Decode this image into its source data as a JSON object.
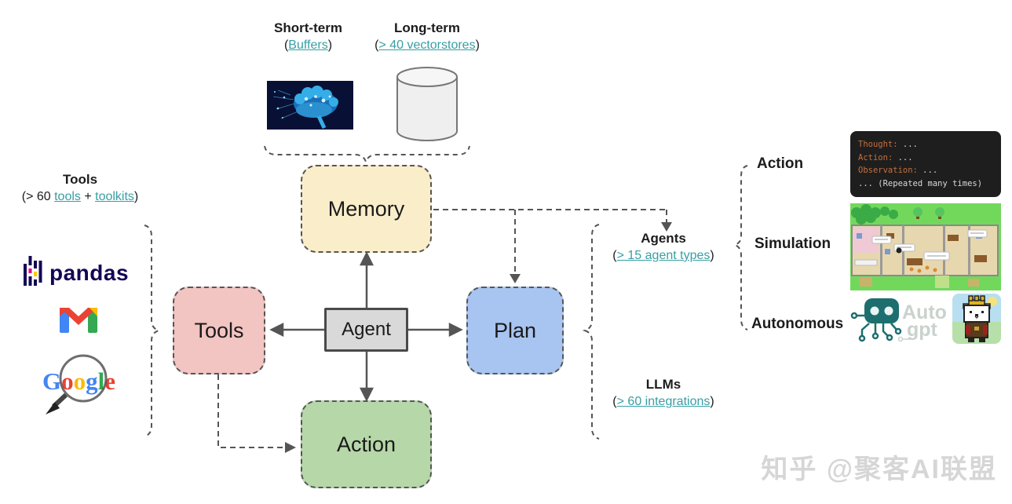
{
  "top": {
    "short_term": {
      "title": "Short-term",
      "open": "(",
      "link": "Buffers",
      "close": ")"
    },
    "long_term": {
      "title": "Long-term",
      "open": "(",
      "link": "> 40 vectorstores",
      "close": ")"
    }
  },
  "left": {
    "title": "Tools",
    "open": "(> 60 ",
    "tools_link": "tools",
    "plus": " + ",
    "toolkits_link": "toolkits",
    "close": ")",
    "pandas_label": "pandas",
    "google_letters": [
      {
        "ch": "G",
        "color": "#4285F4"
      },
      {
        "ch": "o",
        "color": "#EA4335"
      },
      {
        "ch": "o",
        "color": "#FBBC05"
      },
      {
        "ch": "g",
        "color": "#4285F4"
      },
      {
        "ch": "l",
        "color": "#34A853"
      },
      {
        "ch": "e",
        "color": "#EA4335"
      }
    ]
  },
  "nodes": {
    "memory": "Memory",
    "tools": "Tools",
    "agent": "Agent",
    "plan": "Plan",
    "action": "Action"
  },
  "right": {
    "agents": {
      "title": "Agents",
      "open": "(",
      "link": "> 15 agent types",
      "close": ")"
    },
    "llms": {
      "title": "LLMs",
      "open": "(",
      "link": "> 60 integrations",
      "close": ")"
    },
    "categories": [
      {
        "label": "Action"
      },
      {
        "label": "Simulation"
      },
      {
        "label": "Autonomous"
      }
    ]
  },
  "terminal": {
    "lines": [
      {
        "key": "Thought:",
        "rest": " ..."
      },
      {
        "key": "Action:",
        "rest": " ..."
      },
      {
        "key": "Observation:",
        "rest": " ..."
      },
      {
        "key": "",
        "rest": "... (Repeated many times)"
      }
    ]
  },
  "logos": {
    "autogpt_word_top": "Auto",
    "autogpt_word_bottom": "gpt"
  },
  "watermark": "知乎 @聚客AI联盟",
  "colors": {
    "link_teal": "#379fa4",
    "memory_fill": "#faeeca",
    "tools_fill": "#f2c4c2",
    "plan_fill": "#a8c4f0",
    "action_fill": "#b6d7a8",
    "agent_fill": "#d9d9d9",
    "connector_gray": "#555555",
    "terminal_bg": "#1e1e1e",
    "terminal_orange": "#c4703c",
    "terminal_text": "#d8d8d8",
    "pandas_navy": "#130754",
    "watermark_gray": "#d6d6d6"
  }
}
